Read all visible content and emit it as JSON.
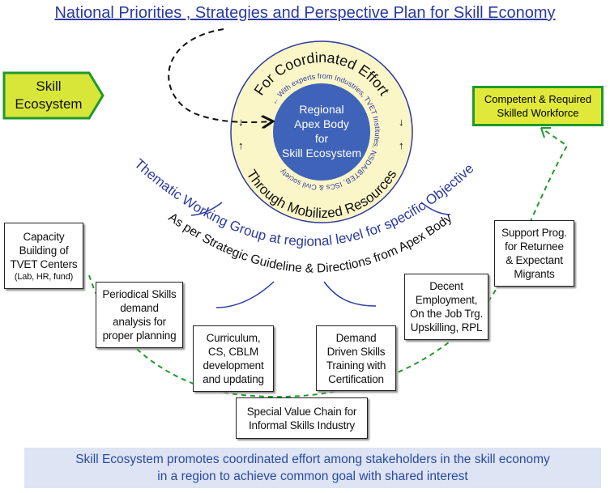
{
  "title": "National Priorities , Strategies and Perspective Plan for Skill Economy",
  "skill_ecosystem": "Skill\nEcosystem",
  "outcome": "Competent & Required\nSkilled Workforce",
  "apex": {
    "line1": "Regional",
    "line2": "Apex Body",
    "line3": "for",
    "line4": "Skill Ecosystem"
  },
  "ring": {
    "top": "For Coordinated Effort",
    "bottom": "Through Mobilized Resources",
    "inner": "← With experts from Industries, TVET Institutes, NSDA/BTEB, ISCs & Civil society"
  },
  "thematic": "Thematic Working Group at regional level for specific Objective",
  "guideline": "As per Strategic Guideline & Directions from Apex Body",
  "boxes": {
    "capacity": "Capacity\nBuilding of\nTVET Centers",
    "capacity_sub": "(Lab, HR, fund)",
    "periodical": "Periodical Skills\ndemand\nanalysis for\nproper planning",
    "curriculum": "Curriculum,\nCS, CBLM\ndevelopment\nand updating",
    "demand": "Demand\nDriven Skills\nTraining with\nCertification",
    "decent": "Decent\nEmployment,\nOn the Job Trg.\nUpskilling, RPL",
    "support": "Support Prog.\nfor Returnee\n& Expectant\nMigrants",
    "special": "Special Value Chain for\nInformal Skills Industry"
  },
  "banner": "Skill Ecosystem promotes coordinated effort among stakeholders in the skill economy\nin a region to achieve common goal with shared interest",
  "colors": {
    "title": "#2b3aa0",
    "apex": "#3f63b8",
    "ring": "#fbf6c8",
    "outcome_fill": "#e0e83a",
    "outcome_border": "#1f9a2b",
    "banner": "#dde4f4"
  }
}
